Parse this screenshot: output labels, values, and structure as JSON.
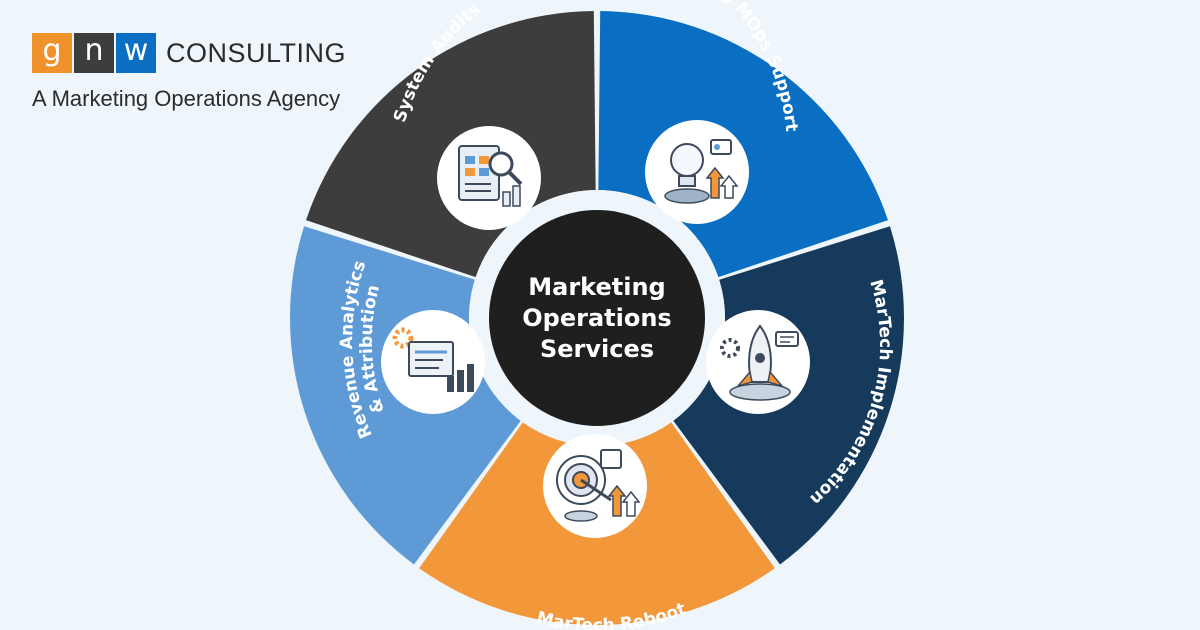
{
  "brand": {
    "letters": [
      "g",
      "n",
      "w"
    ],
    "letter_colors": [
      "#f0922b",
      "#3d3d3d",
      "#0a6fc2"
    ],
    "word": "CONSULTING",
    "tagline": "A Marketing Operations Agency"
  },
  "center": {
    "lines": [
      "Marketing",
      "Operations",
      "Services"
    ],
    "color": "#1f1f1f"
  },
  "segments": [
    {
      "label": "System Audits",
      "color": "#3d3d3d",
      "icon": "audit-report-icon"
    },
    {
      "label": "Ongoing MOps Support",
      "color": "#0a6fc2",
      "icon": "lightbulb-growth-icon"
    },
    {
      "label": "MarTech Implementation",
      "color": "#163a5c",
      "icon": "rocket-launch-icon"
    },
    {
      "label": "MarTech Reboot",
      "color": "#f2973a",
      "icon": "target-arrow-icon"
    },
    {
      "label_lines": [
        "Revenue Analytics",
        "& Attribution"
      ],
      "color": "#5e9bd6",
      "icon": "analytics-dashboard-icon"
    }
  ]
}
